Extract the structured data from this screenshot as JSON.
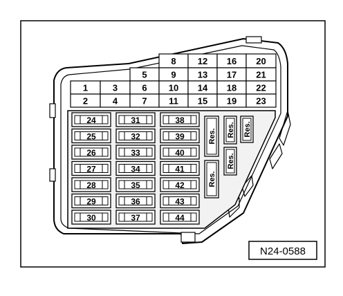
{
  "reference_code": "N24-0588",
  "relay_rows": [
    [
      "8",
      "12",
      "16",
      "20"
    ],
    [
      "5",
      "9",
      "13",
      "17",
      "21"
    ],
    [
      "1",
      "3",
      "6",
      "10",
      "14",
      "18",
      "22"
    ],
    [
      "2",
      "4",
      "7",
      "11",
      "15",
      "19",
      "23"
    ]
  ],
  "fuse_columns": [
    [
      "24",
      "25",
      "26",
      "27",
      "28",
      "29",
      "30"
    ],
    [
      "31",
      "32",
      "33",
      "34",
      "35",
      "36",
      "37"
    ],
    [
      "38",
      "39",
      "40",
      "41",
      "42",
      "43",
      "44"
    ]
  ],
  "reserve_label": "Res."
}
